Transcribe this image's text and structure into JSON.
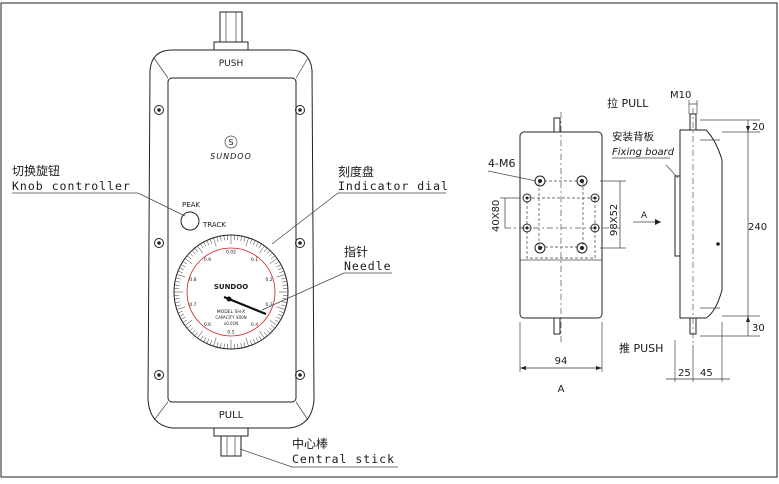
{
  "left_labels": {
    "push": "PUSH",
    "pull": "PULL",
    "brand": "SUNDOO",
    "peak": "PEAK",
    "track": "TRACK",
    "dial_brand": "SUNDOO",
    "dial_model": "MODEL SH-X",
    "dial_capacity": "CAPACITY X00N",
    "dial_unit": "x0.01N"
  },
  "callouts": {
    "knob_cn": "切换旋钮",
    "knob_en": "Knob controller",
    "dial_cn": "刻度盘",
    "dial_en": "Indicator dial",
    "needle_cn": "指针",
    "needle_en": "Needle",
    "stick_cn": "中心棒",
    "stick_en": "Central stick"
  },
  "dial_ticks": [
    "0.02",
    "0.1",
    "0.2",
    "0.3",
    "0.4",
    "0.5",
    "0.6",
    "0.7",
    "0.8",
    "0.9"
  ],
  "front_view": {
    "holes": "4-M6",
    "dim_40x80": "40X80",
    "dim_98x52": "98X52",
    "arrow_a": "A",
    "width": "94",
    "view_label": "A"
  },
  "side_view": {
    "pull": "拉 PULL",
    "m10": "M10",
    "board_cn": "安装背板",
    "board_en": "Fixing board",
    "dim_20": "20",
    "dim_240": "240",
    "dim_30": "30",
    "push": "推 PUSH",
    "dim_25": "25",
    "dim_45": "45"
  },
  "colors": {
    "accent_red": "#cc2222",
    "line": "#222222"
  }
}
